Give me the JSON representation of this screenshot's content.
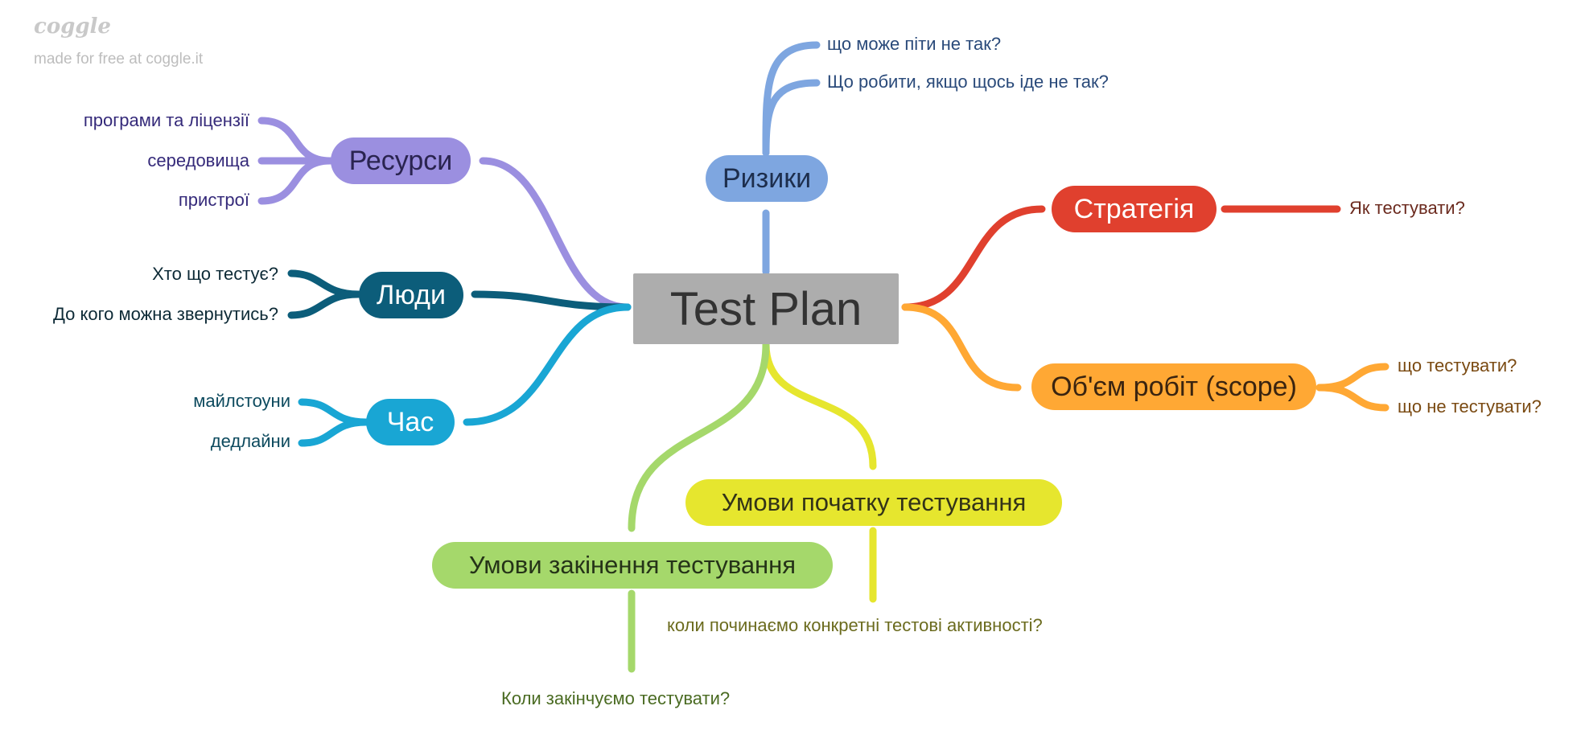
{
  "watermark": {
    "logo": "coggle",
    "text": "made for free at coggle.it"
  },
  "root": {
    "label": "Test Plan"
  },
  "branches": {
    "risks": {
      "label": "Ризики",
      "color": "#7ea6e0",
      "children": [
        "що може піти не так?",
        "Що робити, якщо щось іде не так?"
      ]
    },
    "strategy": {
      "label": "Стратегія",
      "color": "#e0402e",
      "children": [
        "Як тестувати?"
      ]
    },
    "scope": {
      "label": "Об'єм робіт (scope)",
      "color": "#ffa834",
      "children": [
        "що тестувати?",
        "що не тестувати?"
      ]
    },
    "start": {
      "label": "Умови початку тестування",
      "color": "#e6e62e",
      "children": [
        "коли починаємо конкретні тестові активності?"
      ]
    },
    "end": {
      "label": "Умови закінення тестування",
      "color": "#a5d86b",
      "children": [
        "Коли закінчуємо тестувати?"
      ]
    },
    "resources": {
      "label": "Ресурси",
      "color": "#9b8fe0",
      "children": [
        "програми та ліцензії",
        "середовища",
        "пристрої"
      ]
    },
    "people": {
      "label": "Люди",
      "color": "#0c5d7a",
      "children": [
        "Хто що тестує?",
        "До кого можна звернутись?"
      ]
    },
    "time": {
      "label": "Час",
      "color": "#19a6d4",
      "children": [
        "майлстоуни",
        "дедлайни"
      ]
    }
  }
}
